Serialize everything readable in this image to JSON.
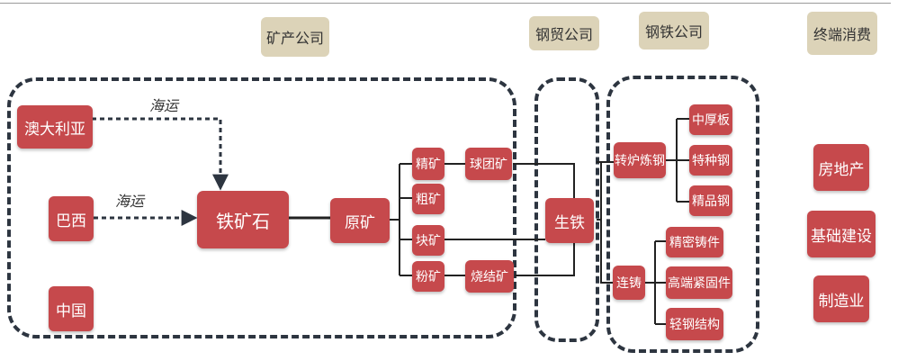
{
  "headers": {
    "mining": "矿产公司",
    "trading": "钢贸公司",
    "steel": "钢铁公司",
    "consumption": "终端消费"
  },
  "sources": {
    "australia": "澳大利亚",
    "brazil": "巴西",
    "china": "中国"
  },
  "shipping_label": "海运",
  "nodes": {
    "iron_ore": "铁矿石",
    "raw_ore": "原矿",
    "concentrate": "精矿",
    "coarse": "粗矿",
    "lump": "块矿",
    "fines": "粉矿",
    "pellet": "球团矿",
    "sinter": "烧结矿",
    "pig_iron": "生铁",
    "converter": "转炉炼钢",
    "casting": "连铸",
    "plate": "中厚板",
    "special_steel": "特种钢",
    "fine_steel": "精品钢",
    "precision_casting": "精密铸件",
    "fastener": "高端紧固件",
    "light_steel": "轻钢结构"
  },
  "consumers": {
    "real_estate": "房地产",
    "infrastructure": "基础建设",
    "manufacturing": "制造业"
  },
  "colors": {
    "node": "#c6494c",
    "header": "#dcd3b8",
    "dashed_border": "#2d3540"
  }
}
